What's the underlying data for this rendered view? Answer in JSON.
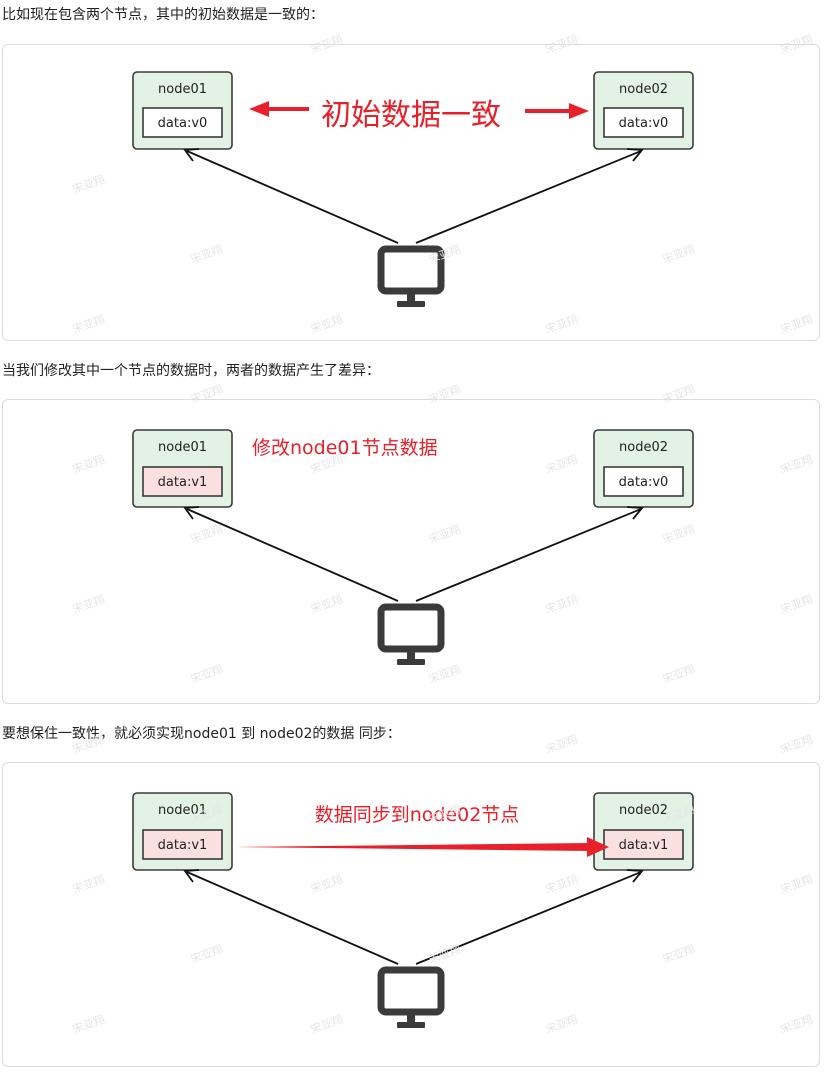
{
  "captions": [
    "比如现在包含两个节点，其中的初始数据是一致的：",
    "当我们修改其中一个节点的数据时，两者的数据产生了差异：",
    "要想保住一致性，就必须实现node01 到 node02的数据 同步："
  ],
  "watermark": "宋亚翔",
  "colors": {
    "node_fill": "#e2f2e4",
    "node_stroke": "#3a3a3a",
    "data_fill_white": "#ffffff",
    "data_fill_pink": "#fbe0e0",
    "annotation_red": "#e8202a",
    "arrow_black": "#111111",
    "monitor": "#3b3b3b"
  },
  "panels": [
    {
      "node01": {
        "label": "node01",
        "data": "data:v0",
        "modified": false
      },
      "node02": {
        "label": "node02",
        "data": "data:v0",
        "modified": false
      },
      "annotation": "初始数据一致",
      "monitor_icon": "monitor-icon"
    },
    {
      "node01": {
        "label": "node01",
        "data": "data:v1",
        "modified": true
      },
      "node02": {
        "label": "node02",
        "data": "data:v0",
        "modified": false
      },
      "annotation": "修改node01节点数据",
      "monitor_icon": "monitor-icon"
    },
    {
      "node01": {
        "label": "node01",
        "data": "data:v1",
        "modified": true
      },
      "node02": {
        "label": "node02",
        "data": "data:v1",
        "modified": true
      },
      "annotation": "数据同步到node02节点",
      "monitor_icon": "monitor-icon"
    }
  ]
}
